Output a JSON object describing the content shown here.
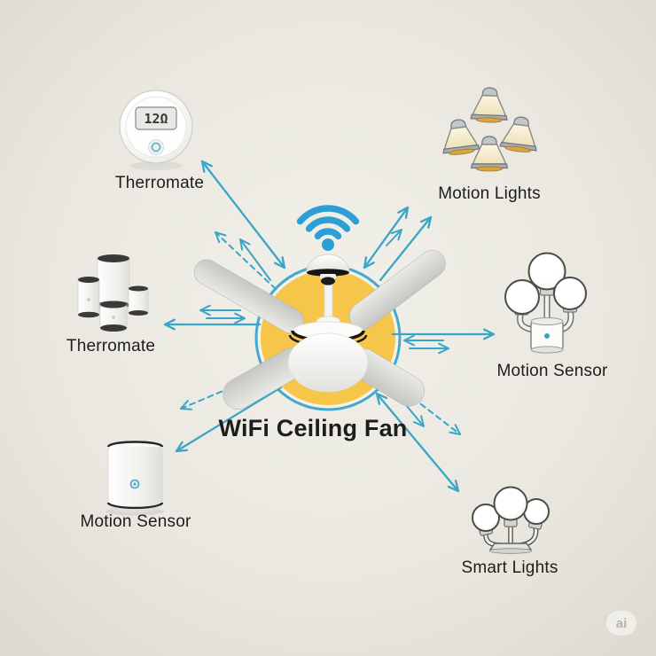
{
  "title": "WiFi Ceiling Fan",
  "watermark": {
    "label": "ai"
  },
  "center": {
    "label": "WiFi Ceiling Fan",
    "icon": "ceiling-fan-with-wifi"
  },
  "nodes": [
    {
      "id": "thermostat-top-left",
      "label": "Therromate",
      "display": "12Ω"
    },
    {
      "id": "motion-lights",
      "label": "Motion Lights"
    },
    {
      "id": "thermomate-cylinders",
      "label": "Therromate"
    },
    {
      "id": "motion-sensor-right",
      "label": "Motion Sensor"
    },
    {
      "id": "motion-sensor-left",
      "label": "Motion Sensor"
    },
    {
      "id": "smart-lights",
      "label": "Smart Lights"
    }
  ],
  "colors": {
    "arrow_blue": "#3aa5c8",
    "wifi_blue": "#2e9fd6",
    "halo_yellow": "#f6c64b",
    "halo_ring_blue": "#45a8cc",
    "bg_center": "#f1f0e9",
    "bg_edge": "#dcdad0",
    "label_text": "#1d1d1b"
  }
}
